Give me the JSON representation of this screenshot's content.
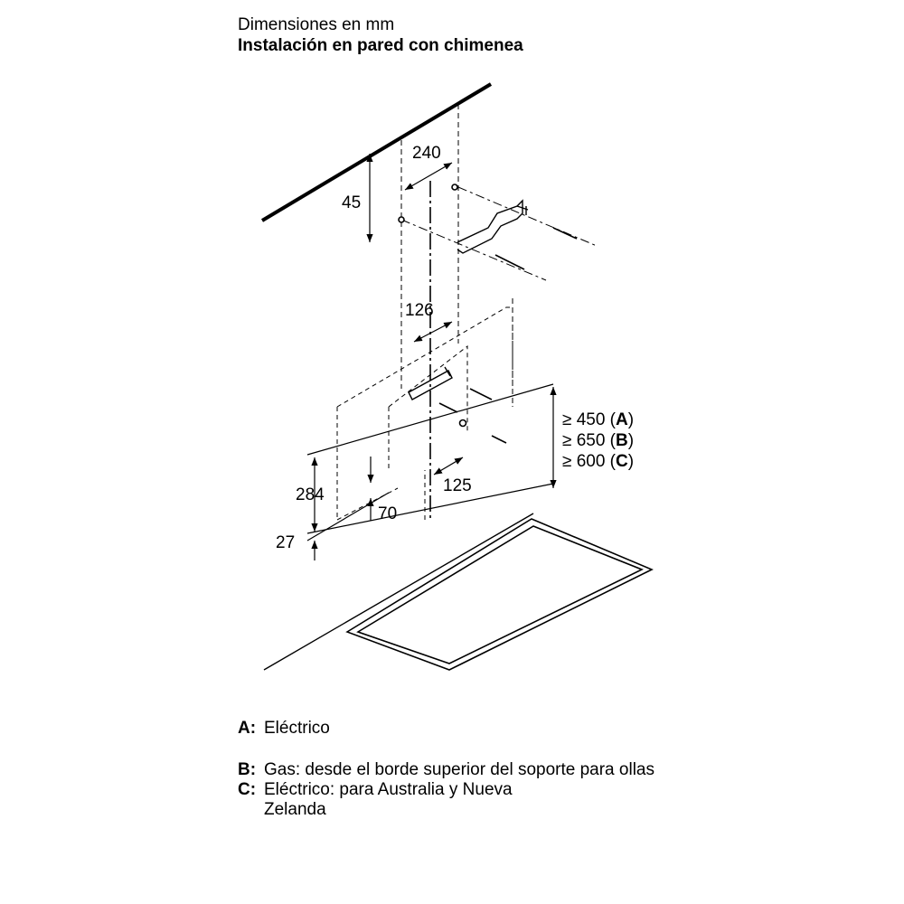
{
  "header": {
    "subtitle": "Dimensiones en mm",
    "title": "Instalación en pared con chimenea"
  },
  "dimensions": {
    "top_offset": "45",
    "hole_spacing_top": "240",
    "bracket_spacing": "126",
    "offset_125": "125",
    "height_284": "284",
    "offset_70": "70",
    "offset_27": "27",
    "clearance_a": "≥ 450 (A)",
    "clearance_a_value": "≥ 450 (",
    "clearance_a_key": "A",
    "clearance_b_value": "≥ 650 (",
    "clearance_b_key": "B",
    "clearance_c_value": "≥ 600 (",
    "clearance_c_key": "C",
    "paren_close": ")"
  },
  "legend": {
    "a_key": "A:",
    "a_text": "Eléctrico",
    "b_key": "B:",
    "b_text": "Gas: desde el borde superior del soporte para ollas",
    "c_key": "C:",
    "c_text": "Eléctrico: para Australia y Nueva Zelanda"
  }
}
